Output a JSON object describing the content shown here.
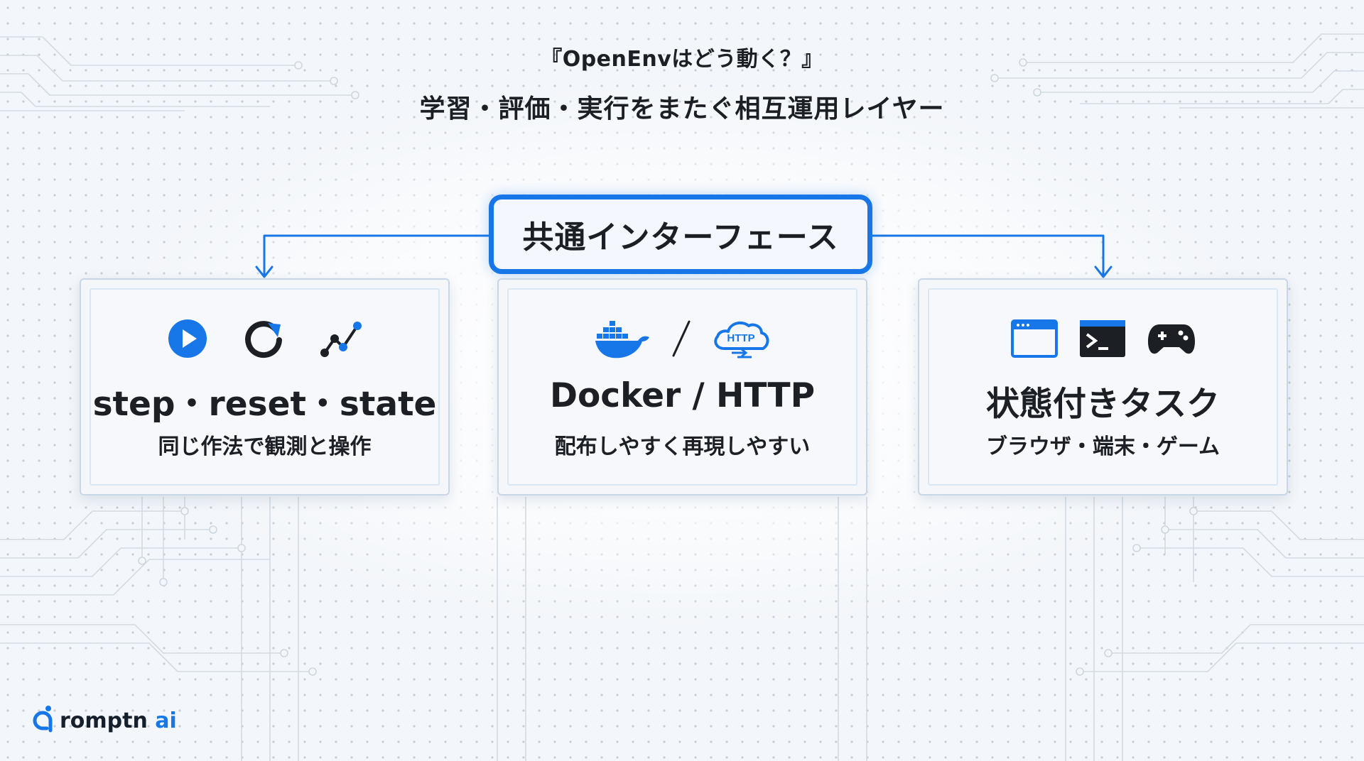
{
  "header": {
    "title": "『OpenEnvはどう動く？』",
    "subtitle": "学習・評価・実行をまたぐ相互運用レイヤー"
  },
  "hub": {
    "label": "共通インターフェース"
  },
  "cards": [
    {
      "title": "step・reset・state",
      "subtitle": "同じ作法で観測と操作",
      "icons": [
        "play-icon",
        "reset-icon",
        "state-graph-icon"
      ]
    },
    {
      "title": "Docker / HTTP",
      "subtitle": "配布しやすく再現しやすい",
      "icons": [
        "docker-icon",
        "slash-divider",
        "http-cloud-icon"
      ],
      "icon_text": "HTTP"
    },
    {
      "title": "状態付きタスク",
      "subtitle": "ブラウザ・端末・ゲーム",
      "icons": [
        "browser-window-icon",
        "terminal-icon",
        "gamepad-icon"
      ]
    }
  ],
  "logo": {
    "name": "romptn",
    "suffix": "ai"
  },
  "colors": {
    "accent": "#1877e8",
    "text": "#1c1f24",
    "card_border": "#c9d6e6",
    "background": "#f3f6fa"
  }
}
